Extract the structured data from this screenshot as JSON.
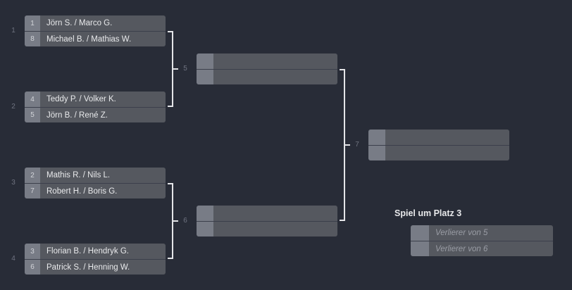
{
  "theme": {
    "background": "#282c37",
    "box_name_bg": "#55585f",
    "box_seed_bg": "#787c86",
    "text": "#e8e9eb",
    "muted_text": "#6f7380",
    "connector": "#e4e5e8"
  },
  "bracket": {
    "round1": [
      {
        "number": "1",
        "slots": [
          {
            "seed": "1",
            "name": "Jörn S. / Marco G."
          },
          {
            "seed": "8",
            "name": "Michael B. / Mathias W."
          }
        ]
      },
      {
        "number": "2",
        "slots": [
          {
            "seed": "4",
            "name": "Teddy P. / Volker K."
          },
          {
            "seed": "5",
            "name": "Jörn B. / René Z."
          }
        ]
      },
      {
        "number": "3",
        "slots": [
          {
            "seed": "2",
            "name": "Mathis R. / Nils L."
          },
          {
            "seed": "7",
            "name": "Robert H. / Boris G."
          }
        ]
      },
      {
        "number": "4",
        "slots": [
          {
            "seed": "3",
            "name": "Florian B. / Hendryk G."
          },
          {
            "seed": "6",
            "name": "Patrick S. / Henning W."
          }
        ]
      }
    ],
    "round2": [
      {
        "number": "5",
        "slots": [
          {
            "seed": "",
            "name": ""
          },
          {
            "seed": "",
            "name": ""
          }
        ]
      },
      {
        "number": "6",
        "slots": [
          {
            "seed": "",
            "name": ""
          },
          {
            "seed": "",
            "name": ""
          }
        ]
      }
    ],
    "final": {
      "number": "7",
      "slots": [
        {
          "seed": "",
          "name": ""
        },
        {
          "seed": "",
          "name": ""
        }
      ]
    },
    "third_place": {
      "title": "Spiel um Platz 3",
      "slots": [
        {
          "seed": "",
          "name": "Verlierer von 5"
        },
        {
          "seed": "",
          "name": "Verlierer von 6"
        }
      ]
    }
  }
}
